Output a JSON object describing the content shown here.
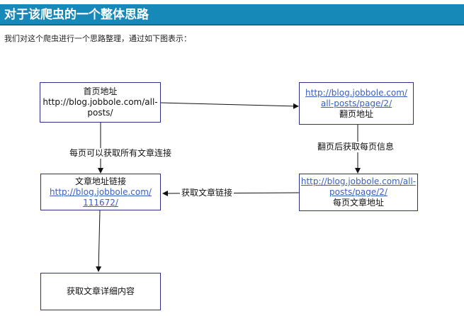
{
  "header": {
    "title": "对于该爬虫的一个整体思路"
  },
  "intro": "我们对这个爬虫进行一个思路整理，通过如下图表示：",
  "diagram": {
    "nodes": {
      "home": {
        "line1": "首页地址",
        "line2": "http://blog.jobbole.com/all-",
        "line3": "posts/"
      },
      "next_page": {
        "link1": "http://blog.jobbole.com/",
        "link2": "all-posts/page/2/",
        "caption": "翻页地址"
      },
      "article_link": {
        "title": "文章地址链接",
        "link1": "http://blog.jobbole.com/",
        "link2": "111672/"
      },
      "page_article": {
        "link1": "http://blog.jobbole.com/all-",
        "link2": "posts/page/2/",
        "caption": "每页文章地址"
      },
      "detail": {
        "text": "获取文章详细内容"
      }
    },
    "edges": {
      "home_to_article": "每页可以获取所有文章连接",
      "next_to_page": "翻页后获取每页信息",
      "page_to_article": "获取文章链接"
    }
  },
  "colors": {
    "header_bg": "#1789b9",
    "node_border": "#2d2d8a",
    "link": "#3b5fc0"
  }
}
